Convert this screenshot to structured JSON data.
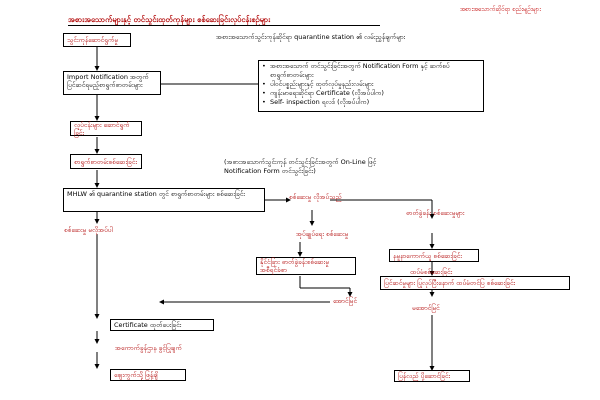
{
  "header": {
    "title": "အစားအသောက်များနှင့် တင်သွင်းထုတ်ကုန်များ စစ်ဆေးခြင်းလုပ်ငန်းစဉ်များ",
    "page_header": "အစားအသောက်ဆိုင်ရာ စည်းမျဉ်းများ"
  },
  "nodes": {
    "start": "သွင်းကုန်ဆောင်ရွက်မှု",
    "quarantine_note": "အစားအသောက်သွင်းကုန်ဆိုင်ရာ quarantine station ၏ လမ်းညွှန်ချက်များ",
    "import_notification": "Import Notification အတွက်ပြင်ဆင်ရမည့်စာရွက်စာတမ်းများ",
    "submit": "လုပ်ငန်းများ ဆောင်ရွက်ခြင်း",
    "review": "စာရွက်စာတမ်းစစ်ဆေးခြင်း",
    "online_note_1": "(အစားအသောက်သွင်းကုန် တင်သွင်းခြင်းအတွက် On-Line ဖြင့်",
    "online_note_2": "Notification Form တင်သွင်းခြင်း)",
    "mhlw": "MHLW ၏ quarantine station တွင် စာရွက်စာတမ်းများ စစ်ဆေးခြင်း",
    "needs_inspection": "စစ်ဆေးမှု လိုအပ်သည်",
    "no_inspection": "စစ်ဆေးမှု မလိုအပ်ပါ",
    "lab_inspection": "ဓာတ်ခွဲခန်း စစ်ဆေးမှုများ",
    "admin_inspection": "အုပ်ချုပ်ရေး စစ်ဆေးမှု",
    "inspection_box": "နိုင်ငံခြား ဓာတ်ခွဲခန်းစစ်ဆေးမှု အစီရင်ခံစာ",
    "sampling_box": "နမူနာကောက်ယူ စစ်ဆေးခြင်း",
    "retest_head": "ထပ်မံစစ်ဆေးခြင်း",
    "retest_box": "ပြင်ဆင်မှုများ ပြုလုပ်ပြီးနောက် ထပ်မံတင်ပြ စစ်ဆေးခြင်း",
    "pass": "အောင်မြင်",
    "fail": "မအောင်မြင်",
    "certificate": "Certificate ထုတ်ပေးခြင်း",
    "customs": "အကောက်ခွန်ဌာန ခွင့်ပြုချက်",
    "release": "စျေးကွက်သို့ ဖြန့်ချိ",
    "reject": "ပြန်လည် ပို့ဆောင်ခြင်း"
  },
  "bullets": [
    "အစားအသောက် တင်သွင်းခြင်းအတွက် Notification Form နှင့် ဆက်စပ်စာရွက်စာတမ်းများ",
    "ပါဝင်ပစ္စည်းများနှင့် ထုတ်လုပ်မှုနည်းလမ်းများ",
    "ကျန်းမာရေးဆိုင်ရာ Certificate (လိုအပ်ပါက)",
    "Self- inspection ရလဒ် (လိုအပ်ပါက)"
  ]
}
